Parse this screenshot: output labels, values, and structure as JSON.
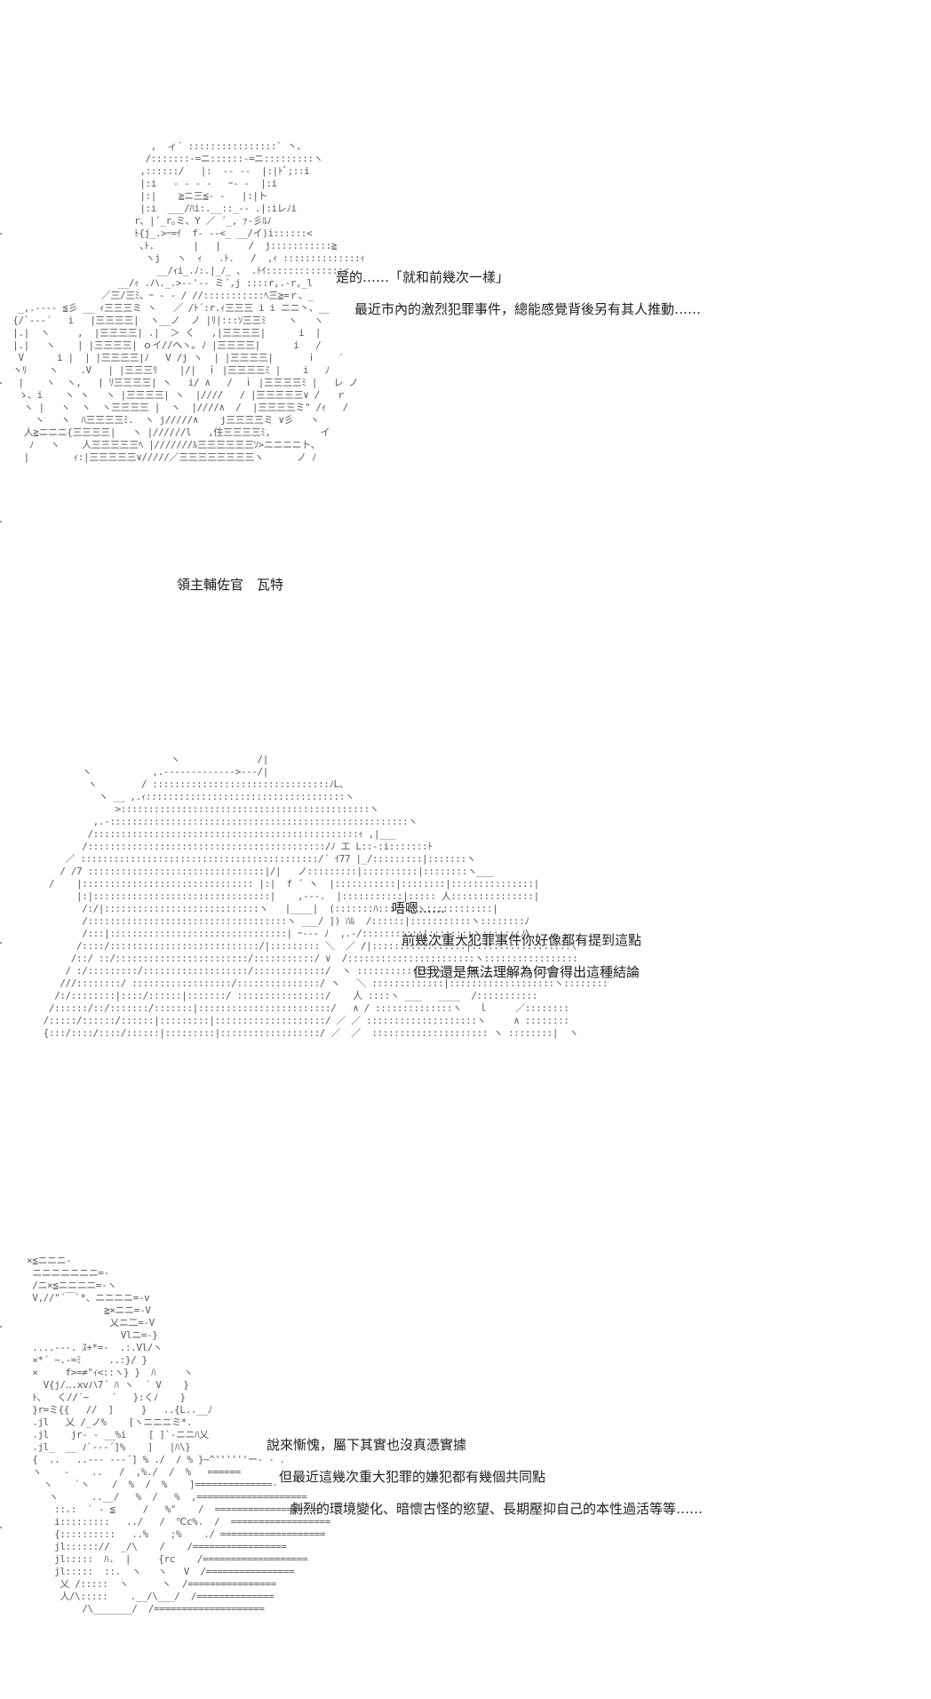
{
  "panel1": {
    "art_label": "ascii-art-figure-watt",
    "lines": [
      "是的……「就和前幾次一樣」",
      "最近市內的激烈犯罪事件，總能感覺背後另有其人推動……"
    ],
    "caption": "領主輔佐官　瓦特"
  },
  "panel2": {
    "art_label": "ascii-art-hooded-figure",
    "lines": [
      "唔嗯……",
      "前幾次重大犯罪事件你好像都有提到這點",
      "但我還是無法理解為何會得出這種結論"
    ]
  },
  "panel3": {
    "art_label": "ascii-art-bowing-figure",
    "lines": [
      "說來慚愧，屬下其實也沒真憑實據",
      "但最近這幾次重大犯罪的嫌犯都有幾個共同點",
      "劇烈的環境變化、暗懷古怪的慾望、長期壓抑自己的本性過活等等……"
    ]
  }
}
